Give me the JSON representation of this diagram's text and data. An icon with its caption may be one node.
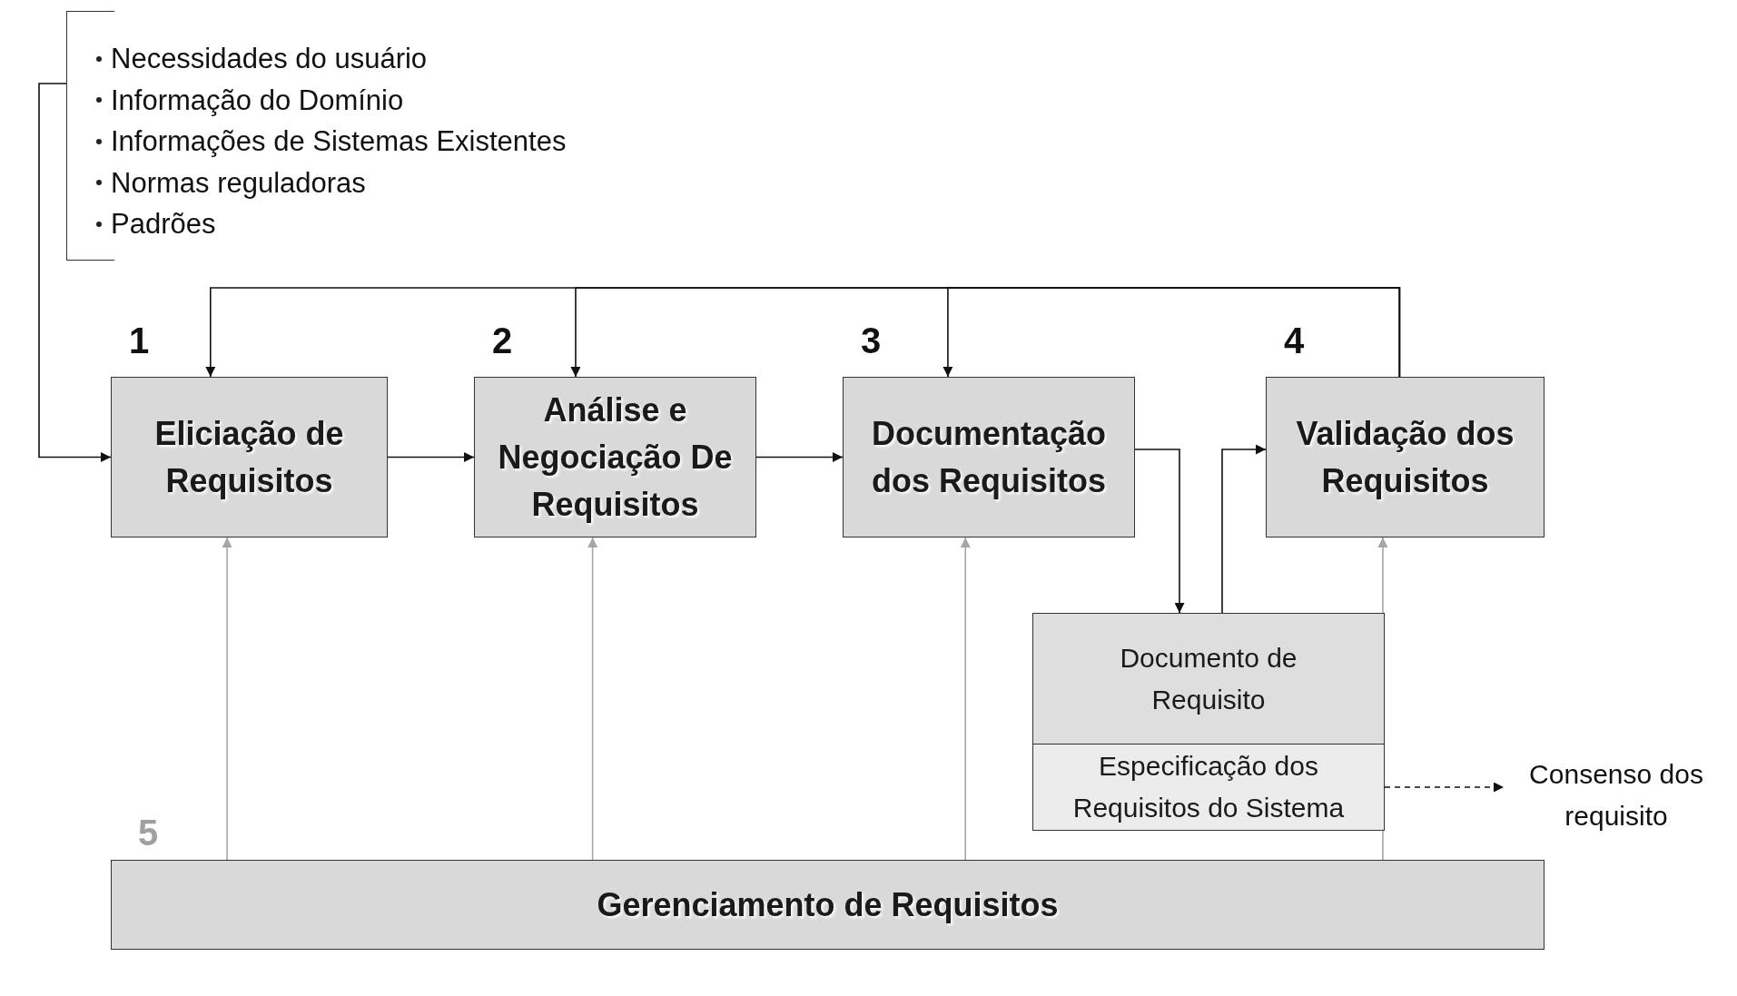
{
  "diagram": {
    "nodes": [
      {
        "text": [
          "Necessidades do usuário",
          "Informação do Domínio",
          "Informações de Sistemas Existentes",
          "Normas reguladoras",
          "Padrões"
        ]
      },
      {
        "text": [
          "Eliciação de Requisitos"
        ],
        "beside": [
          "1"
        ]
      },
      {
        "text": [
          "Análise e Negociação De Requisitos"
        ],
        "beside": [
          "2"
        ]
      },
      {
        "text": [
          "Documentação dos Requisitos"
        ],
        "beside": [
          "3"
        ]
      },
      {
        "text": [
          "Validação dos Requisitos"
        ],
        "beside": [
          "4"
        ]
      },
      {
        "text": [
          "Documento de Requisito",
          "Especificação dos Requisitos do Sistema"
        ]
      },
      {
        "text": [
          "Consenso dos requisito"
        ]
      },
      {
        "text": [
          "Gerenciamento de Requisitos"
        ],
        "beside": [
          "5"
        ]
      }
    ],
    "edges": [
      {
        "from": 0,
        "to": 1,
        "arrow": "to"
      },
      {
        "from": 1,
        "to": 2,
        "arrow": "to"
      },
      {
        "from": 2,
        "to": 3,
        "arrow": "to"
      },
      {
        "from": 3,
        "to": 5,
        "arrow": "to"
      },
      {
        "from": 5,
        "to": 4,
        "arrow": "to"
      },
      {
        "from": 5,
        "to": 6,
        "arrow": "to",
        "style": "dashed"
      },
      {
        "from": 7,
        "to": 1,
        "arrow": "to",
        "color": "#a6a6a6"
      },
      {
        "from": 7,
        "to": 2,
        "arrow": "to",
        "color": "#a6a6a6"
      },
      {
        "from": 7,
        "to": 3,
        "arrow": "to",
        "color": "#a6a6a6"
      },
      {
        "from": 7,
        "to": 4,
        "arrow": "to",
        "color": "#a6a6a6"
      },
      {
        "from": 4,
        "to": 1,
        "arrow": "to"
      },
      {
        "from": 4,
        "to": 2,
        "arrow": "to"
      },
      {
        "from": 4,
        "to": 3,
        "arrow": "to"
      }
    ]
  }
}
